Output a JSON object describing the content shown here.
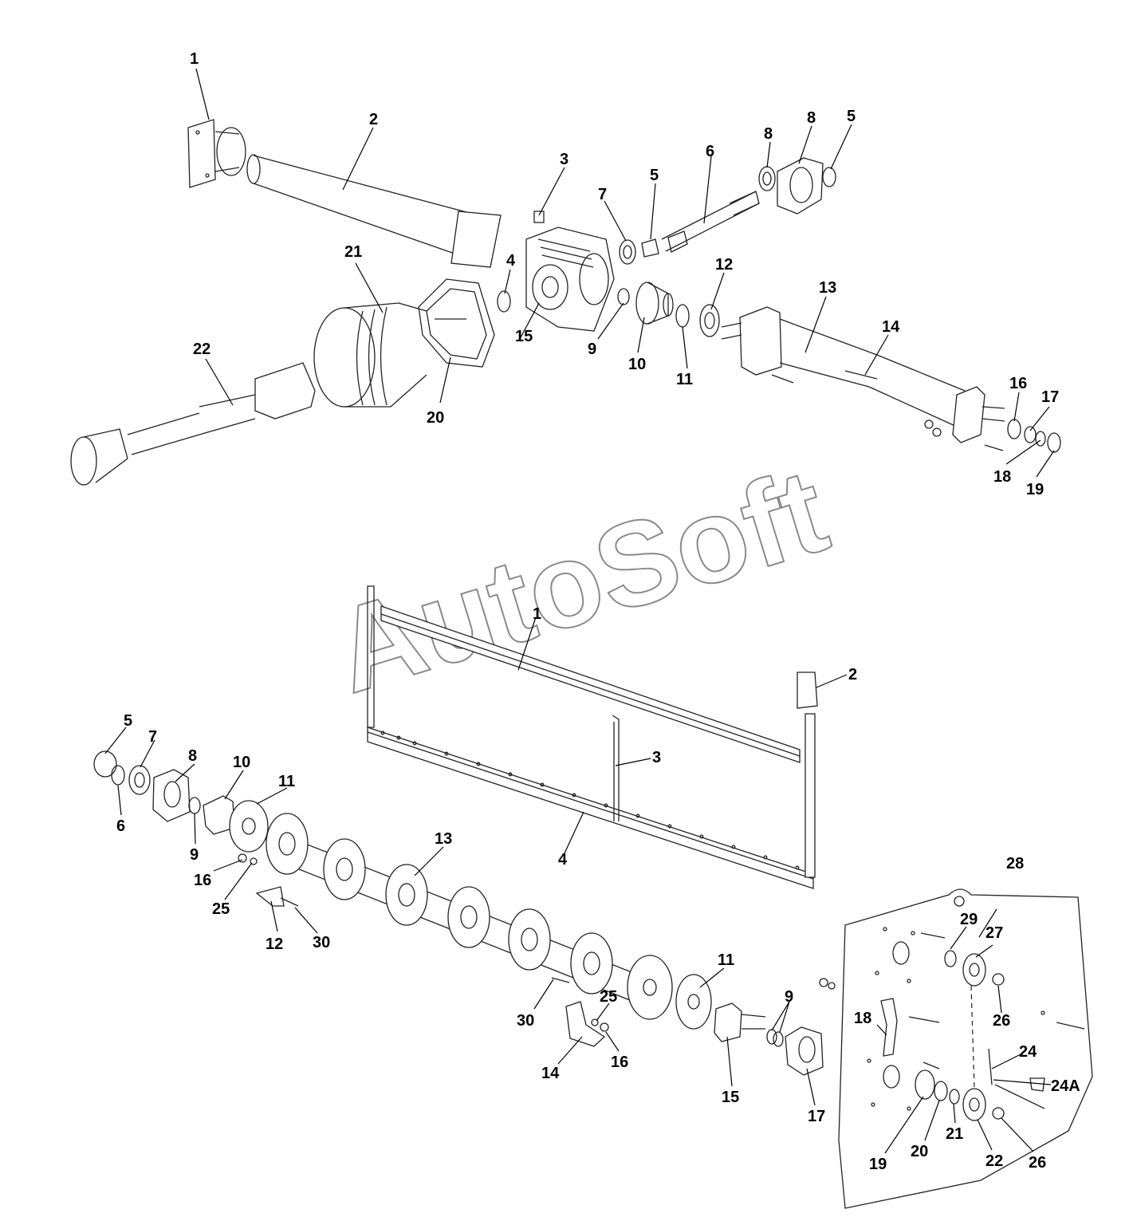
{
  "watermark": "AutoSoft",
  "assembly_top": {
    "callouts": [
      "1",
      "2",
      "3",
      "4",
      "5",
      "5",
      "6",
      "7",
      "8",
      "8",
      "9",
      "10",
      "11",
      "12",
      "13",
      "14",
      "15",
      "16",
      "17",
      "18",
      "19",
      "20",
      "21",
      "22"
    ]
  },
  "assembly_bottom_frame": {
    "callouts": [
      "1",
      "2",
      "3",
      "4"
    ]
  },
  "assembly_bottom_shaft": {
    "callouts": [
      "5",
      "6",
      "7",
      "8",
      "9",
      "9",
      "10",
      "11",
      "11",
      "12",
      "13",
      "14",
      "15",
      "16",
      "16",
      "17",
      "18",
      "19",
      "20",
      "21",
      "22",
      "24",
      "24A",
      "25",
      "25",
      "26",
      "26",
      "27",
      "28",
      "29",
      "30",
      "30"
    ]
  }
}
